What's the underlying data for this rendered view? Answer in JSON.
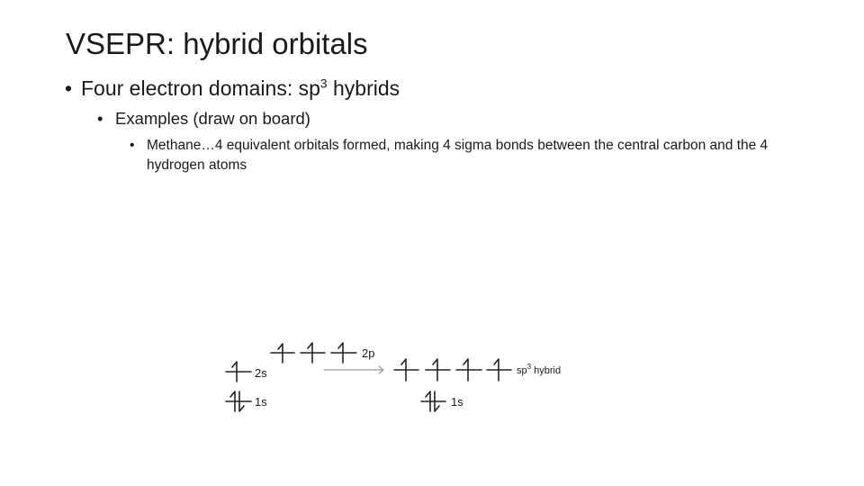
{
  "slide": {
    "title": "VSEPR: hybrid orbitals",
    "bullets": {
      "level1_text": "Four electron domains: sp",
      "level1_sup": "3",
      "level1_after": " hybrids",
      "level2_text": "Examples (draw on board)",
      "level3_text": "Methane…4 equivalent orbitals formed, making 4 sigma bonds between the central carbon and the 4 hydrogen atoms"
    }
  },
  "diagram": {
    "left": {
      "orbital_2p_label": "2p",
      "orbital_2s_label": "2s",
      "orbital_1s_label": "1s"
    },
    "right": {
      "hybrid_label_prefix": "sp",
      "hybrid_label_sup": "3",
      "hybrid_label_suffix": " hybrid",
      "orbital_1s_label": "1s"
    }
  }
}
